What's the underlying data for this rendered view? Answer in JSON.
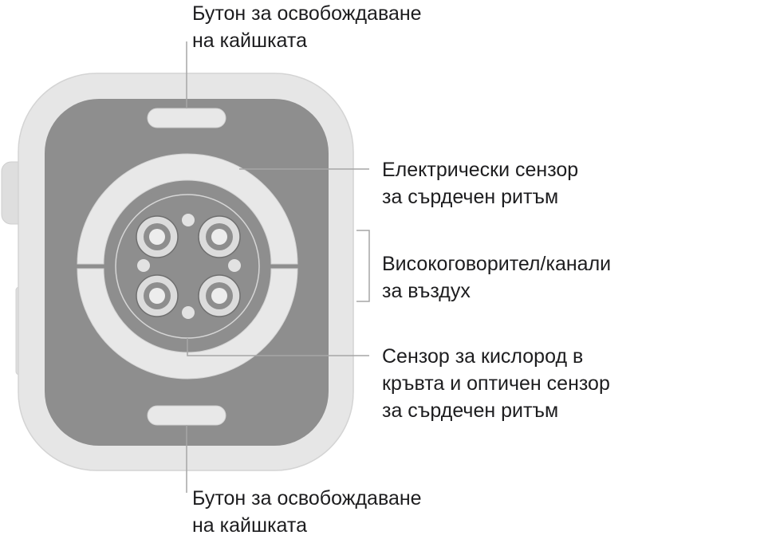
{
  "labels": {
    "band_release_top": {
      "line1": "Бутон за освобождаване",
      "line2": "на кайшката"
    },
    "electrical_hr": {
      "line1": "Електрически сензор",
      "line2": "за сърдечен ритъм"
    },
    "speaker_vents": {
      "line1": "Високоговорител/канали",
      "line2": "за въздух"
    },
    "oxygen_optical": {
      "line1": "Сензор за кислород в",
      "line2": "кръвта и оптичен сензор",
      "line3": "за сърдечен ритъм"
    },
    "band_release_bottom": {
      "line1": "Бутон за освобождаване",
      "line2": "на кайшката"
    }
  },
  "colors": {
    "case": "#e6e6e6",
    "back": "#8e8e8e",
    "ring": "#e8e8e8",
    "center": "#8e8e8e",
    "sensor_ring": "#dcdcdc",
    "sensor_center": "#ededed",
    "leader": "#a6a6a6",
    "text": "#1d1d1f"
  }
}
